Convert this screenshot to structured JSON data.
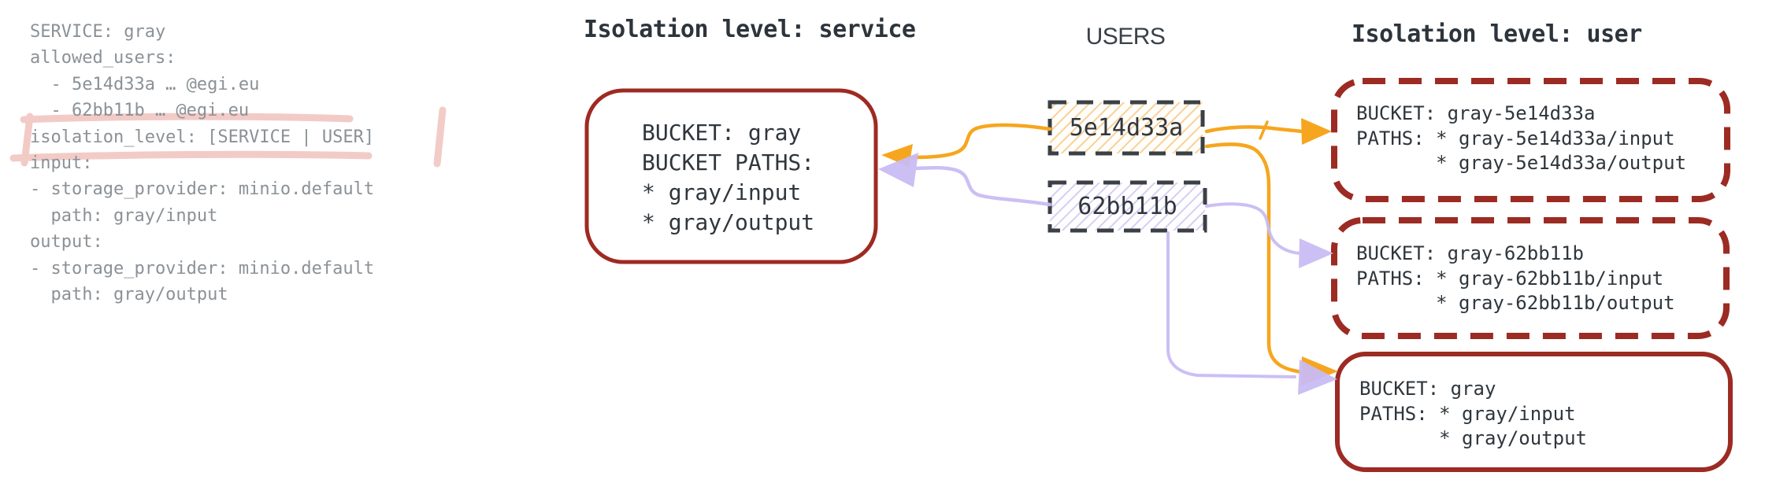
{
  "colors": {
    "arrow_orange": "#f6a61e",
    "arrow_purple": "#c9bcf4",
    "red_box_border": "#9c2b23",
    "user_box_border": "#3b4046",
    "yaml_text": "#8b9196",
    "diagram_text": "#2f363c",
    "highlight_pink": "#f1c6c1"
  },
  "yaml_config": {
    "content": "SERVICE: gray\nallowed_users:\n  - 5e14d33a … @egi.eu\n  - 62bb11b … @egi.eu\nisolation_level: [SERVICE | USER]\ninput:\n- storage_provider: minio.default\n  path: gray/input\noutput:\n- storage_provider: minio.default\n  path: gray/output",
    "highlighted_line": "isolation_level: [SERVICE | USER]"
  },
  "service_isolation": {
    "title": "Isolation level: service",
    "bucket_box": "BUCKET: gray\nBUCKET PATHS:\n* gray/input\n* gray/output"
  },
  "users": {
    "title": "USERS",
    "user1": "5e14d33a",
    "user2": "62bb11b"
  },
  "user_isolation": {
    "title": "Isolation level: user",
    "user1_bucket_box": "BUCKET: gray-5e14d33a\nPATHS: * gray-5e14d33a/input\n       * gray-5e14d33a/output",
    "user2_bucket_box": "BUCKET: gray-62bb11b\nPATHS: * gray-62bb11b/input\n       * gray-62bb11b/output",
    "shared_bucket_box": "BUCKET: gray\nPATHS: * gray/input\n       * gray/output"
  },
  "connections": [
    {
      "from": "5e14d33a",
      "to": "service bucket gray",
      "color": "#f6a61e"
    },
    {
      "from": "62bb11b",
      "to": "service bucket gray",
      "color": "#c9bcf4"
    },
    {
      "from": "5e14d33a",
      "to": "user bucket gray-5e14d33a",
      "color": "#f6a61e"
    },
    {
      "from": "62bb11b",
      "to": "user bucket gray-62bb11b",
      "color": "#c9bcf4"
    },
    {
      "from": "5e14d33a",
      "to": "shared bucket gray",
      "color": "#f6a61e"
    },
    {
      "from": "62bb11b",
      "to": "shared bucket gray",
      "color": "#c9bcf4"
    }
  ]
}
